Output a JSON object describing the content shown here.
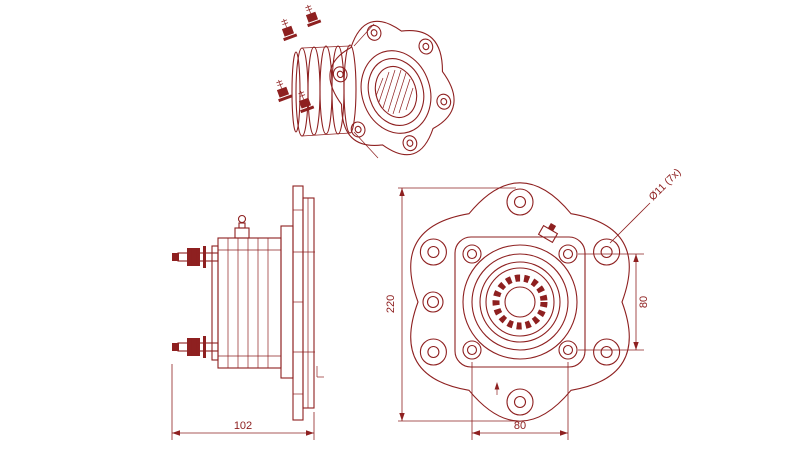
{
  "drawing": {
    "line_color": "#8e2020",
    "background_color": "#ffffff",
    "views": {
      "front": {
        "dim_overall_height": "220",
        "dim_bolt_spacing_vertical": "80",
        "dim_bolt_spacing_horizontal": "80",
        "hole_callout": "Ø11 (7x)"
      },
      "side": {
        "dim_overall_depth": "102"
      }
    }
  }
}
